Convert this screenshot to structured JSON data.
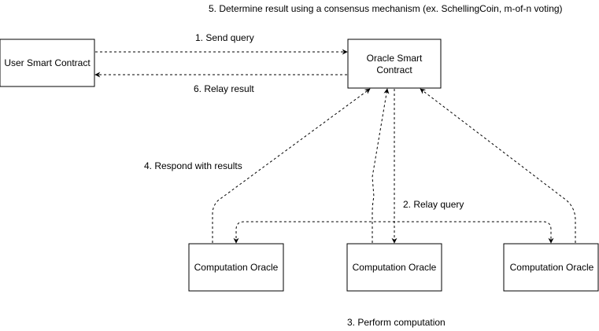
{
  "nodes": {
    "user_contract": "User Smart Contract",
    "oracle_contract_line1": "Oracle Smart",
    "oracle_contract_line2": "Contract",
    "computation_oracle_1": "Computation Oracle",
    "computation_oracle_2": "Computation Oracle",
    "computation_oracle_3": "Computation Oracle"
  },
  "labels": {
    "step1": "1. Send query",
    "step2": "2. Relay query",
    "step3": "3. Perform computation",
    "step4": "4. Respond with results",
    "step5": "5. Determine result using a consensus mechanism (ex. SchellingCoin, m-of-n voting)",
    "step6": "6. Relay result"
  },
  "colors": {
    "stroke": "#000000",
    "background": "#ffffff"
  }
}
